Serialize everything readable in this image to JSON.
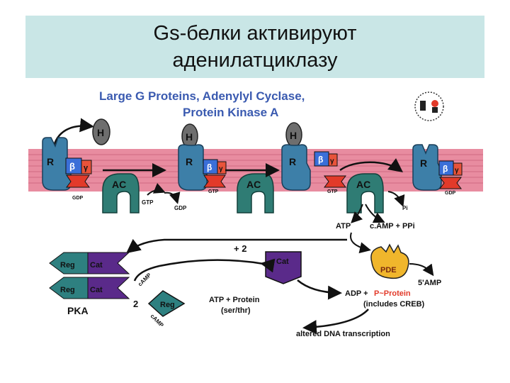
{
  "slide": {
    "title_line1": "Gs-белки активируют",
    "title_line2": "аденилатциклазу"
  },
  "figure": {
    "heading_line1": "Large G Proteins, Adenylyl Cyclase,",
    "heading_line2": "Protein Kinase A",
    "hormone": "H",
    "receptor": "R",
    "beta": "β",
    "gamma": "γ",
    "gdp_small": "GDP",
    "gtp_small": "GTP",
    "adenylyl_cyclase": "AC",
    "gtp_released": "GTP",
    "gdp_released": "GDP",
    "pi": "Pi",
    "atp": "ATP",
    "camp_ppi": "c.AMP + PPi",
    "pde": "PDE",
    "five_amp": "5'AMP",
    "plus_two": "+ 2",
    "cat": "Cat",
    "reg": "Reg",
    "pka": "PKA",
    "two": "2",
    "camp": "cAMP",
    "atp_protein": "ATP + Protein",
    "ser_thr": "(ser/thr)",
    "adp": "ADP +",
    "p_protein": "P~Protein",
    "includes_creb": "(includes CREB)",
    "altered_dna": "altered DNA transcription"
  },
  "colors": {
    "title_band": "#c9e6e6",
    "membrane": "#e88ca0",
    "receptor": "#3d7fa8",
    "adenylyl_cyclase": "#2f7c74",
    "hormone": "#6e6e6e",
    "g_alpha": "#e23a2a",
    "beta_subunit": "#3a6fd8",
    "gamma_subunit": "#e8533a",
    "pka_reg": "#2e8080",
    "cat": "#5a2a8a",
    "pde": "#f0b62c",
    "heading_text": "#3a5ab0",
    "p_protein_text": "#e23a2a"
  }
}
